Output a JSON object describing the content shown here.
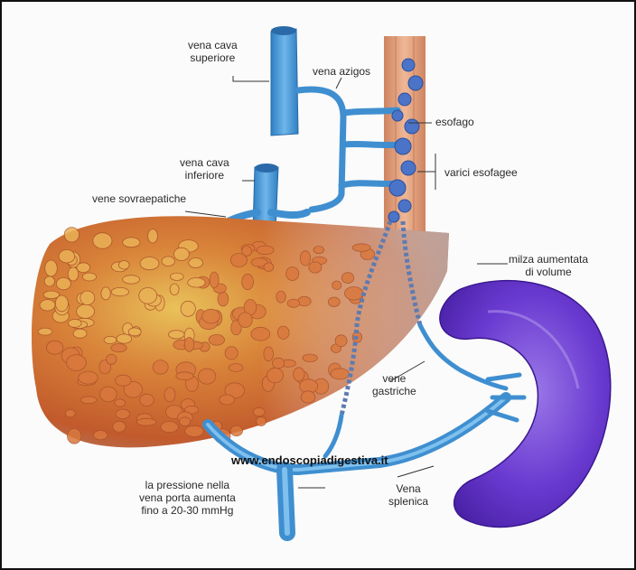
{
  "labels": {
    "vena_cava_superiore_1": "vena cava",
    "vena_cava_superiore_2": "superiore",
    "vena_azigos": "vena azigos",
    "esofago": "esofago",
    "vena_cava_inferiore_1": "vena cava",
    "vena_cava_inferiore_2": "inferiore",
    "varici_esofagee": "varici esofagee",
    "vene_sovraepatiche": "vene sovraepatiche",
    "milza_1": "milza aumentata",
    "milza_2": "di volume",
    "vene_gastriche_1": "vene",
    "vene_gastriche_2": "gastriche",
    "pressione_1": "la pressione nella",
    "pressione_2": "vena porta aumenta",
    "pressione_3": "fino a 20-30 mmHg",
    "vena_splenica_1": "Vena",
    "vena_splenica_2": "splenica"
  },
  "watermark": "www.endoscopiadigestiva.it",
  "colors": {
    "vein": "#3f8fd0",
    "vein_dark": "#2a6aa8",
    "liver": "#c8622e",
    "liver_light": "#e2a44a",
    "spleen": "#5a2fc0",
    "spleen_light": "#8a66e0",
    "esophagus": "#d98a5e"
  }
}
